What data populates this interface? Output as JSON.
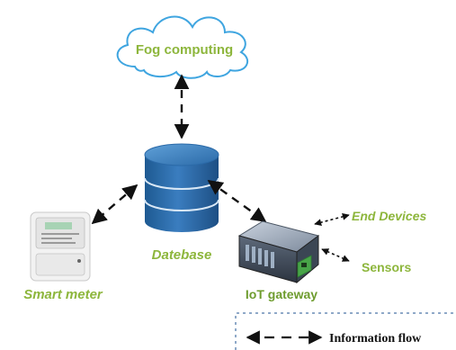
{
  "colors": {
    "label_green": "#8DB63C",
    "iot_label_green": "#6E9C2E",
    "cloud_stroke": "#3FA5E0",
    "database_blue": "#2E6CA7",
    "arrow": "#111111",
    "legend_border": "#8FA9C8"
  },
  "nodes": {
    "cloud": {
      "label": "Fog computing",
      "icon": "cloud-icon"
    },
    "database": {
      "label": "Datebase",
      "icon": "database-icon"
    },
    "smart_meter": {
      "label": "Smart meter",
      "icon": "smart-meter-icon"
    },
    "gateway": {
      "label": "IoT gateway",
      "icon": "gateway-icon"
    },
    "end_devices": {
      "label": "End Devices"
    },
    "sensors": {
      "label": "Sensors"
    }
  },
  "legend": {
    "label": "Information flow"
  }
}
